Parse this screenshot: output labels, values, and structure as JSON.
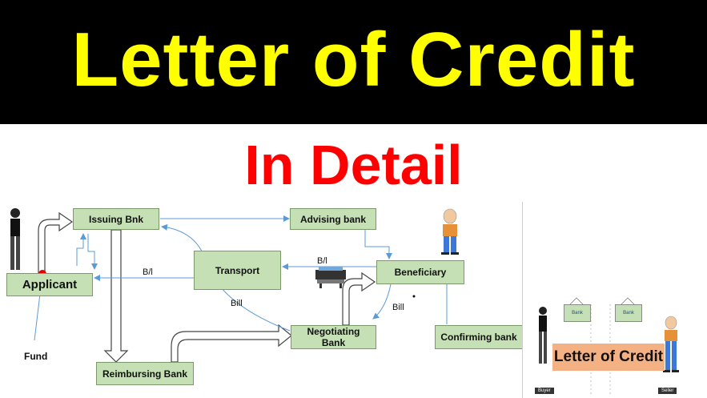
{
  "banner": {
    "title": "Letter of Credit"
  },
  "subtitle": "In Detail",
  "nodes": {
    "applicant": "Applicant",
    "issuing_bank": "Issuing Bnk",
    "advising_bank": "Advising bank",
    "transport": "Transport",
    "beneficiary": "Beneficiary",
    "negotiating_bank": "Negotiating Bank",
    "confirming_bank": "Confirming bank",
    "reimbursing_bank": "Reimbursing Bank"
  },
  "edge_labels": {
    "bl_left": "B/l",
    "bl_right": "B/l",
    "bill_left": "Bill",
    "bill_right": "Bill",
    "fund": "Fund"
  },
  "side_panel": {
    "label": "Letter of Credit",
    "sign_left": "Bank",
    "sign_right": "Bank",
    "buyer": "Buyer",
    "seller": "Seller"
  },
  "colors": {
    "banner_bg": "#000000",
    "banner_text": "#ffff00",
    "subtitle": "#ff0000",
    "node_fill": "#c5e0b4",
    "arrow_blue": "#5b9bd5",
    "label_fill": "#f4b183"
  }
}
